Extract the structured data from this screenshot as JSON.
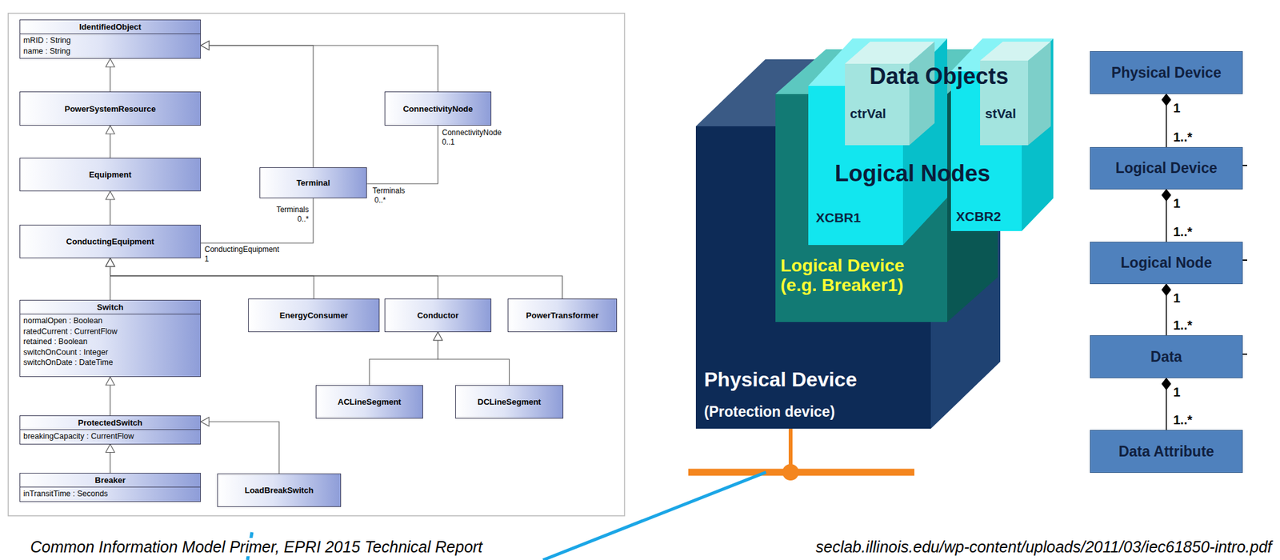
{
  "diagram": {
    "nodes": [
      {
        "text": [
          "IdentifiedObject",
          "mRID : String",
          "name : String"
        ]
      },
      {
        "text": [
          "PowerSystemResource"
        ]
      },
      {
        "text": [
          "ConnectivityNode"
        ]
      },
      {
        "text": [
          "Equipment"
        ]
      },
      {
        "text": [
          "Terminal"
        ]
      },
      {
        "text": [
          "ConductingEquipment"
        ]
      },
      {
        "text": [
          "Switch",
          "normalOpen : Boolean",
          "ratedCurrent : CurrentFlow",
          "retained : Boolean",
          "switchOnCount : Integer",
          "switchOnDate : DateTime"
        ]
      },
      {
        "text": [
          "EnergyConsumer"
        ]
      },
      {
        "text": [
          "Conductor"
        ]
      },
      {
        "text": [
          "PowerTransformer"
        ]
      },
      {
        "text": [
          "ACLineSegment"
        ]
      },
      {
        "text": [
          "DCLineSegment"
        ]
      },
      {
        "text": [
          "ProtectedSwitch",
          "breakingCapacity : CurrentFlow"
        ]
      },
      {
        "text": [
          "Breaker",
          "inTransitTime : Seconds"
        ]
      },
      {
        "text": [
          "LoadBreakSwitch"
        ]
      },
      {
        "text": [
          "Physical Device",
          "(Protection device)"
        ]
      },
      {
        "text": [
          "Logical Device (e.g. Breaker1)"
        ],
        "in": 15
      },
      {
        "text": [
          "XCBR1"
        ],
        "in": 16
      },
      {
        "text": [
          "ctrVal"
        ],
        "in": 17
      },
      {
        "text": [
          "XCBR2"
        ],
        "in": 16
      },
      {
        "text": [
          "stVal"
        ],
        "in": 19
      },
      {
        "text": [
          "Physical Device"
        ]
      },
      {
        "text": [
          "Logical Device"
        ]
      },
      {
        "text": [
          "Logical Node"
        ]
      },
      {
        "text": [
          "Data"
        ]
      },
      {
        "text": [
          "Data Attribute"
        ]
      }
    ],
    "edges": [
      {
        "from": 1,
        "to": 0,
        "arrow": "to"
      },
      {
        "from": 3,
        "to": 1,
        "arrow": "to"
      },
      {
        "from": 5,
        "to": 3,
        "arrow": "to"
      },
      {
        "from": 6,
        "to": 5,
        "arrow": "to"
      },
      {
        "from": 7,
        "to": 5,
        "arrow": "to"
      },
      {
        "from": 8,
        "to": 5,
        "arrow": "to"
      },
      {
        "from": 9,
        "to": 5,
        "arrow": "to"
      },
      {
        "from": 10,
        "to": 8,
        "arrow": "to"
      },
      {
        "from": 11,
        "to": 8,
        "arrow": "to"
      },
      {
        "from": 12,
        "to": 6,
        "arrow": "to"
      },
      {
        "from": 13,
        "to": 12,
        "arrow": "to"
      },
      {
        "from": 14,
        "to": 12,
        "arrow": "to"
      },
      {
        "from": 4,
        "to": 0,
        "arrow": "to"
      },
      {
        "from": 2,
        "to": 0,
        "arrow": "to"
      },
      {
        "from": 4,
        "to": 5,
        "arrow": "none"
      },
      {
        "from": 4,
        "to": 2,
        "arrow": "none"
      },
      {
        "from": 22,
        "to": 21,
        "arrow": "to"
      },
      {
        "from": 23,
        "to": 22,
        "arrow": "to"
      },
      {
        "from": 24,
        "to": 23,
        "arrow": "to"
      },
      {
        "from": 25,
        "to": 24,
        "arrow": "to"
      }
    ],
    "labels": [
      "ConnectivityNode",
      "0..1",
      "Terminals",
      "0..*",
      "Terminals",
      "0..*",
      "ConductingEquipment",
      "1",
      "Data Objects",
      "Logical Nodes",
      "1",
      "1..*",
      "1",
      "1..*",
      "1",
      "1..*",
      "1",
      "1..*",
      "Common Information Model Primer, EPRI 2015 Technical Report",
      "seclab.illinois.edu/wp-content/uploads/2011/03/iec61850-intro.pdf"
    ]
  }
}
